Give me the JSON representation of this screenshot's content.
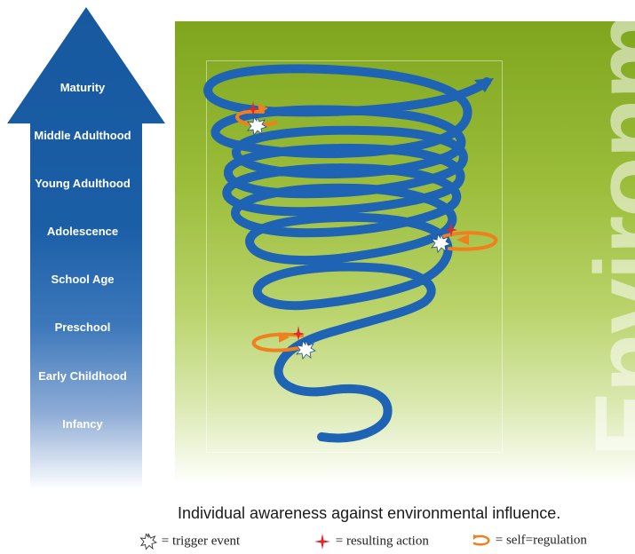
{
  "arrow": {
    "stages": [
      "Maturity",
      "Middle Adulthood",
      "Young Adulthood",
      "Adolescence",
      "School Age",
      "Preschool",
      "Early Childhood",
      "Infancy"
    ]
  },
  "background_word": "Environment",
  "caption": "Individual awareness against environmental influence.",
  "legend": {
    "trigger_event": "= trigger event",
    "resulting_action": "= resulting action",
    "self_regulation": "= self=regulation"
  },
  "colors": {
    "spiral_blue": "#1f63b5",
    "arrow_blue": "#17599f",
    "green": "#8db42a",
    "orange": "#f07f1e",
    "red_cross": "#e3262b"
  }
}
